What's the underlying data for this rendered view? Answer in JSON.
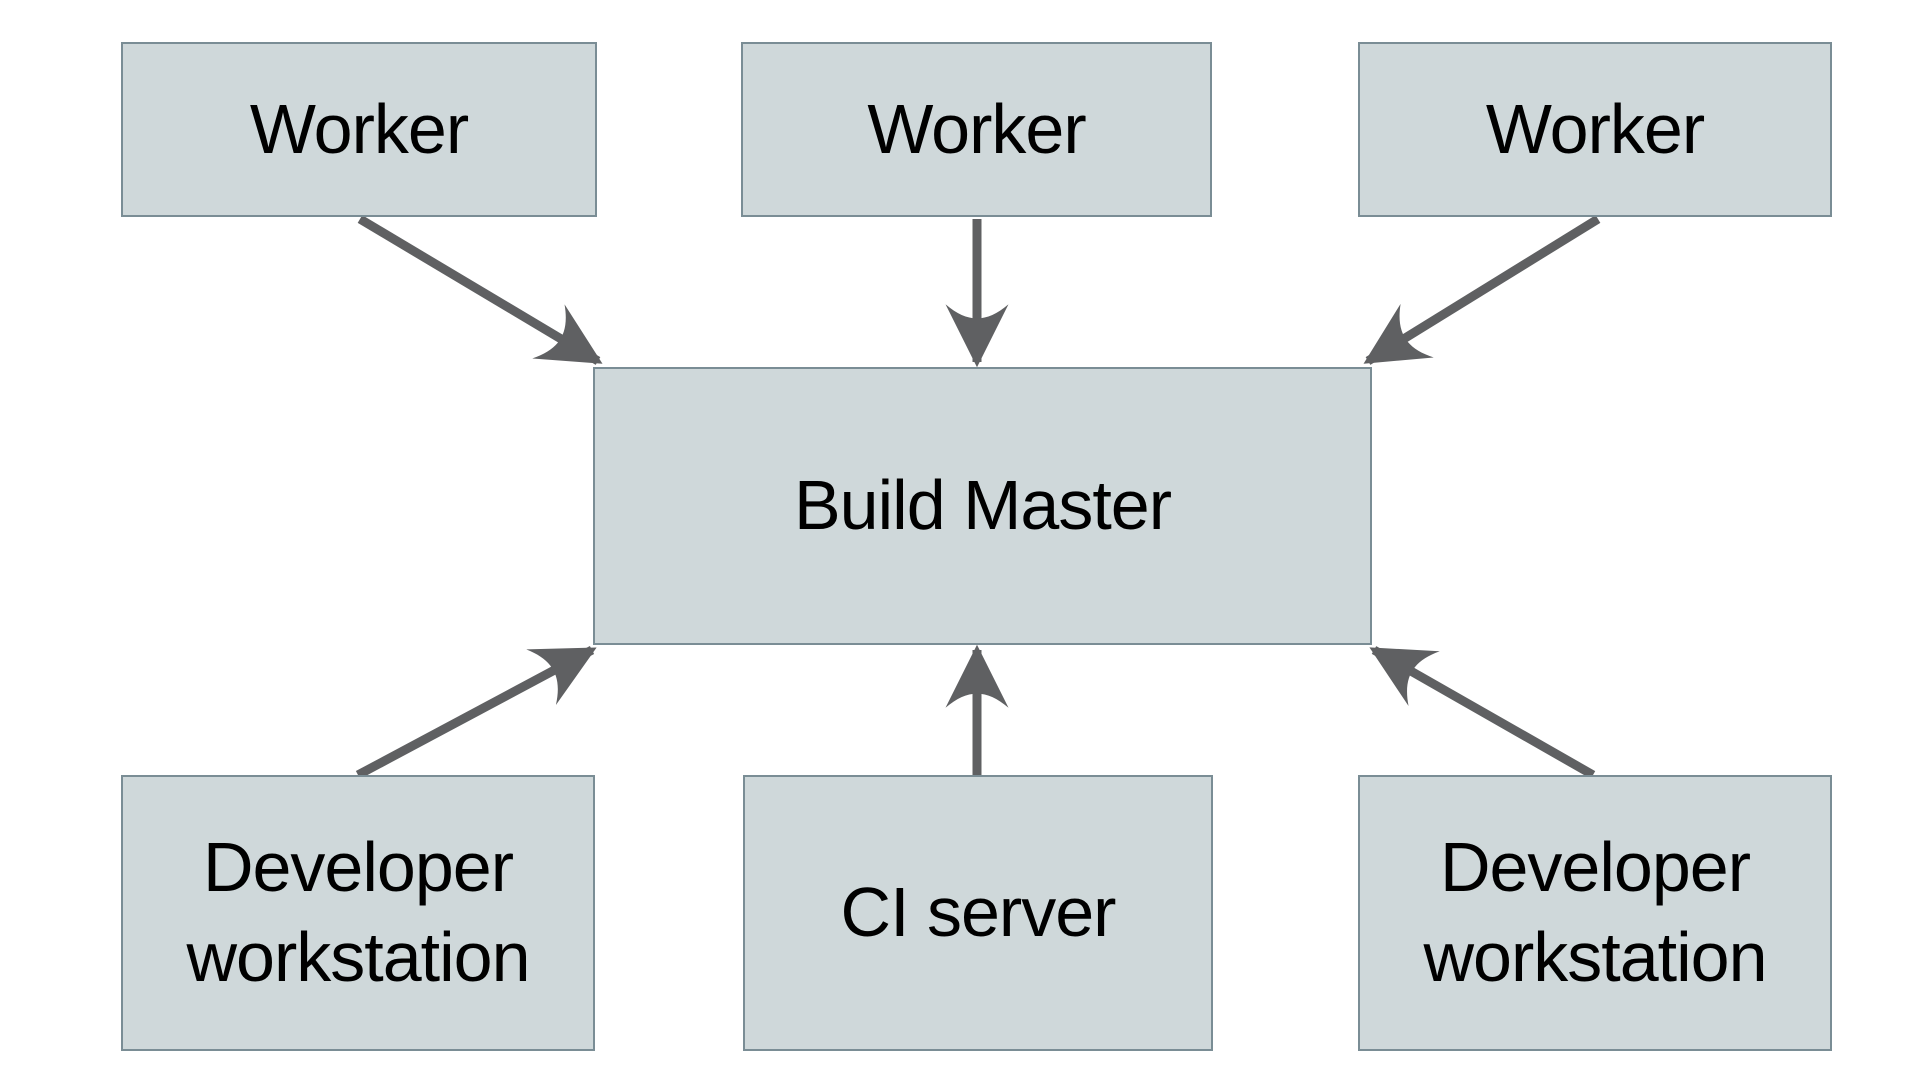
{
  "diagram": {
    "nodes": [
      {
        "id": "worker-left",
        "label": "Worker"
      },
      {
        "id": "worker-center",
        "label": "Worker"
      },
      {
        "id": "worker-right",
        "label": "Worker"
      },
      {
        "id": "build-master",
        "label": "Build Master"
      },
      {
        "id": "developer-workstation-left",
        "label": "Developer workstation"
      },
      {
        "id": "ci-server",
        "label": "CI server"
      },
      {
        "id": "developer-workstation-right",
        "label": "Developer workstation"
      }
    ],
    "edges": [
      {
        "from": "worker-left",
        "to": "build-master",
        "direction": "into-top-left"
      },
      {
        "from": "worker-center",
        "to": "build-master",
        "direction": "into-top"
      },
      {
        "from": "worker-right",
        "to": "build-master",
        "direction": "into-top-right"
      },
      {
        "from": "developer-workstation-left",
        "to": "build-master",
        "direction": "into-bottom-left"
      },
      {
        "from": "ci-server",
        "to": "build-master",
        "direction": "into-bottom"
      },
      {
        "from": "developer-workstation-right",
        "to": "build-master",
        "direction": "into-bottom-right"
      }
    ],
    "colors": {
      "background": "#ffffff",
      "node_fill": "#cfd8da",
      "node_border": "#7a8d95",
      "arrow": "#5f6062",
      "text": "#000000"
    }
  }
}
